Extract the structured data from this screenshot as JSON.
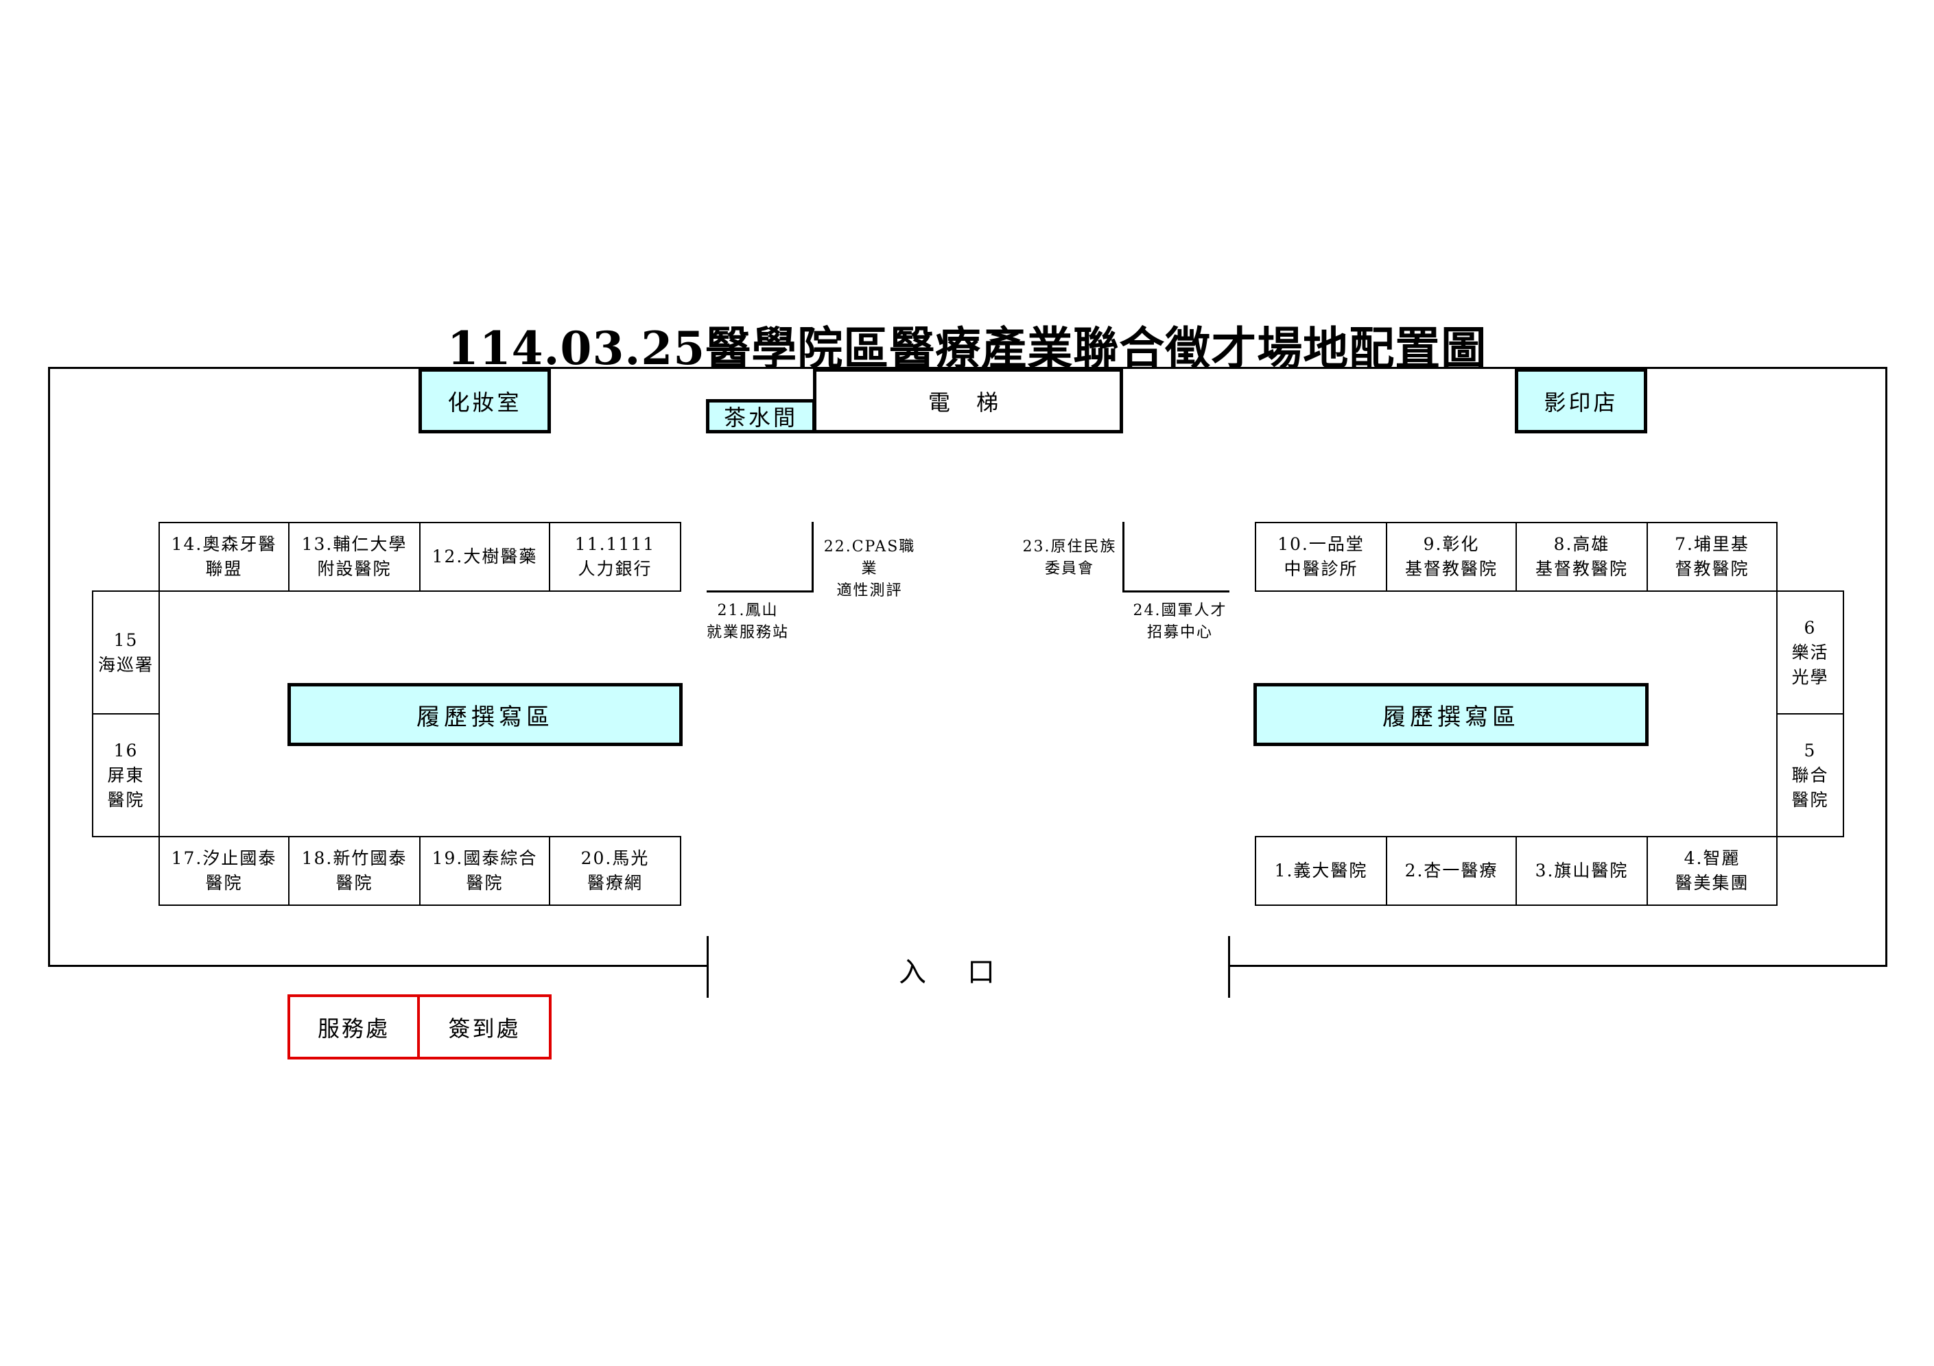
{
  "title": "114.03.25醫學院區醫療產業聯合徵才場地配置圖",
  "facilities": {
    "makeup_room": "化妝室",
    "tea_room": "茶水間",
    "elevator": "電 梯",
    "print_shop": "影印店"
  },
  "booths": {
    "b1": "1.義大醫院",
    "b2": "2.杏一醫療",
    "b3": "3.旗山醫院",
    "b4": "4.智麗\n醫美集團",
    "b5": "5\n聯合\n醫院",
    "b6": "6\n樂活\n光學",
    "b7": "7.埔里基\n督教醫院",
    "b8": "8.高雄\n基督教醫院",
    "b9": "9.彰化\n基督教醫院",
    "b10": "10.一品堂\n中醫診所",
    "b11": "11.1111\n人力銀行",
    "b12": "12.大樹醫藥",
    "b13": "13.輔仁大學\n附設醫院",
    "b14": "14.奧森牙醫\n聯盟",
    "b15": "15\n海巡署",
    "b16": "16\n屏東\n醫院",
    "b17": "17.汐止國泰\n醫院",
    "b18": "18.新竹國泰\n醫院",
    "b19": "19.國泰綜合\n醫院",
    "b20": "20.馬光\n醫療網",
    "b21": "21.鳳山\n就業服務站",
    "b22": "22.CPAS職業\n適性測評",
    "b23": "23.原住民族\n委員會",
    "b24": "24.國軍人才\n招募中心"
  },
  "resume_area": "履歷撰寫區",
  "entrance": "入口",
  "service_desk": "服務處",
  "checkin_desk": "簽到處"
}
